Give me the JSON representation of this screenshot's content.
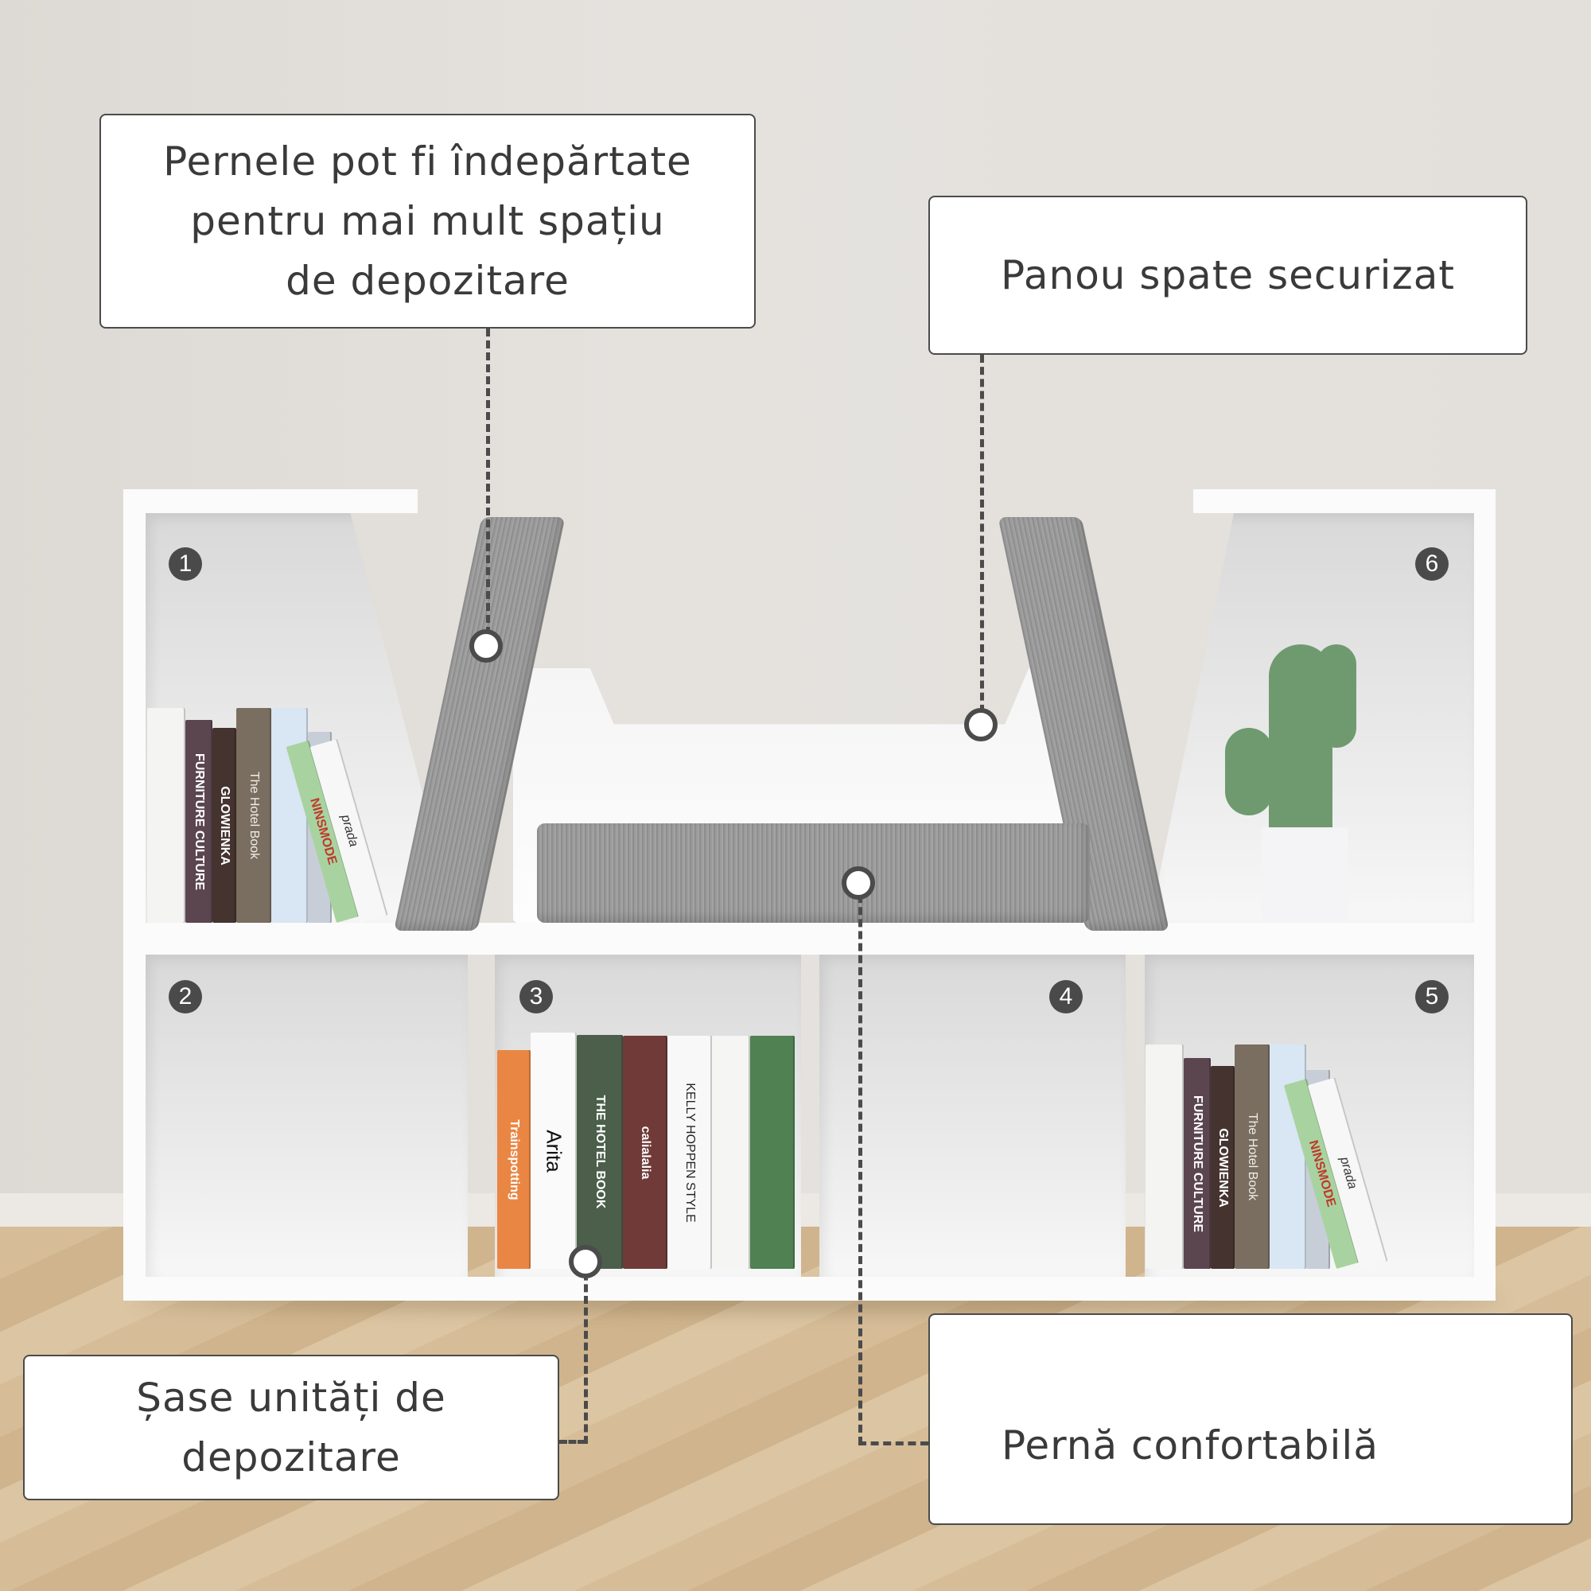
{
  "callouts": {
    "removable_cushions": "Pernele pot fi îndepărtate\npentru mai mult spațiu\nde depozitare",
    "secure_back_panel": "Panou spate securizat",
    "six_storage_units": "Șase unități de\ndepozitare",
    "comfortable_cushion": "Pernă confortabilă"
  },
  "compartments": [
    "1",
    "2",
    "3",
    "4",
    "5",
    "6"
  ],
  "books": {
    "shelf1": [
      "",
      "FURNITURE CULTURE",
      "GLOWIENKA",
      "The Hotel Book",
      "",
      "",
      "NINSMODE",
      "prada"
    ],
    "shelf3": [
      "Trainspotting",
      "Arita",
      "THE HOTEL BOOK",
      "calialalia",
      "KELLY HOPPEN STYLE",
      "",
      ""
    ],
    "shelf5": [
      "",
      "FURNITURE CULTURE",
      "GLOWIENKA",
      "The Hotel Book",
      "",
      "",
      "NINSMODE",
      "prada"
    ]
  },
  "colors": {
    "callout_border": "#4b4b4b",
    "text": "#3a3a3a",
    "badge": "#4a4a4a",
    "wall": "#e3e0dc",
    "cushion": "#9a9a9a"
  }
}
